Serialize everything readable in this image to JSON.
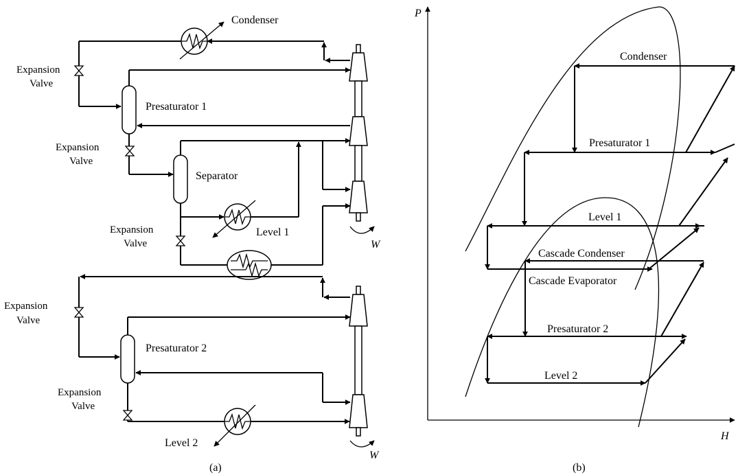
{
  "left_diagram": {
    "caption": "(a)",
    "labels": {
      "condenser": "Condenser",
      "expansion_valve_1": [
        "Expansion",
        "Valve"
      ],
      "presaturator_1": "Presaturator 1",
      "expansion_valve_2": [
        "Expansion",
        "Valve"
      ],
      "separator": "Separator",
      "level_1": "Level 1",
      "expansion_valve_3": [
        "Expansion",
        "Valve"
      ],
      "w_upper": "W",
      "expansion_valve_4": [
        "Expansion",
        "Valve"
      ],
      "presaturator_2": "Presaturator 2",
      "expansion_valve_5": [
        "Expansion",
        "Valve"
      ],
      "level_2": "Level 2",
      "w_lower": "W"
    }
  },
  "right_diagram": {
    "caption": "(b)",
    "axis_p": "P",
    "axis_h": "H",
    "labels": {
      "condenser": "Condenser",
      "presaturator_1": "Presaturator 1",
      "level_1": "Level 1",
      "cascade_condenser": "Cascade Condenser",
      "cascade_evaporator": "Cascade Evaporator",
      "presaturator_2": "Presaturator 2",
      "level_2": "Level 2"
    }
  }
}
